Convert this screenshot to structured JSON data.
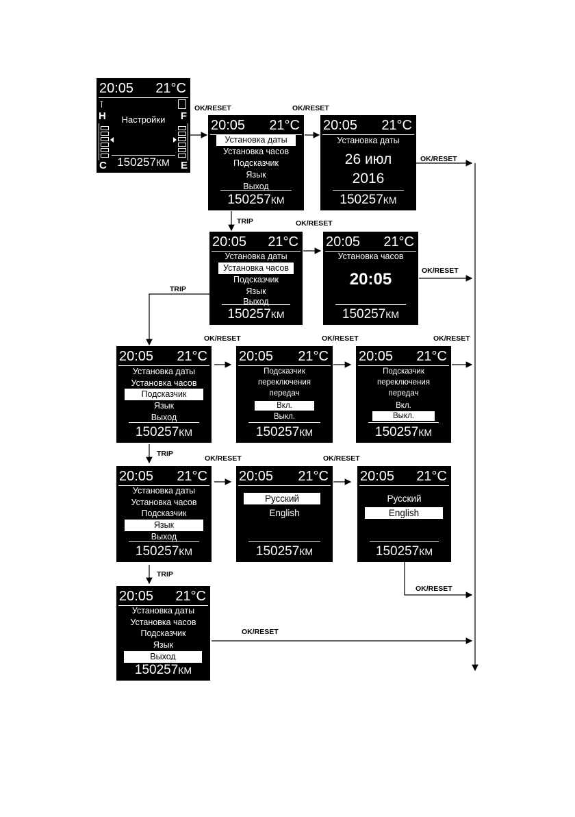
{
  "common": {
    "time": "20:05",
    "temp": "21°C",
    "odo": "150257",
    "odo_unit": "КМ"
  },
  "main_screen": {
    "title": "Настройки",
    "gauge_h": "H",
    "gauge_c": "C",
    "gauge_f": "F",
    "gauge_e": "E"
  },
  "menu_items": [
    "Установка даты",
    "Установка часов",
    "Подсказчик",
    "Язык",
    "Выход"
  ],
  "date_screen": {
    "title": "Установка даты",
    "day_month": "26 июл",
    "year": "2016"
  },
  "clock_screen": {
    "title": "Установка часов",
    "time": "20:05"
  },
  "hint_screen": {
    "line1": "Подсказчик",
    "line2": "переключения",
    "line3": "передач",
    "on": "Вкл.",
    "off": "Выкл."
  },
  "lang_screen": {
    "ru": "Русский",
    "en": "English"
  },
  "labels": {
    "ok_reset": "OK/RESET",
    "trip": "TRIP"
  }
}
